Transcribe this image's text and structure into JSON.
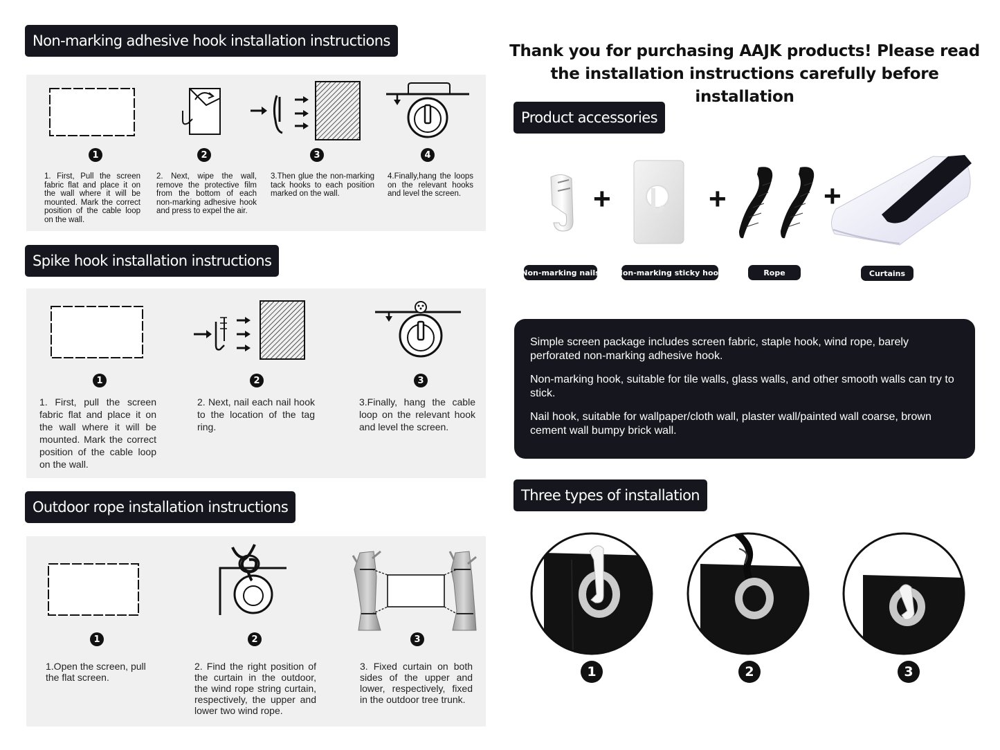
{
  "sections": {
    "adhesive": {
      "title": "Non-marking adhesive hook installation instructions",
      "steps": [
        {
          "num": "1",
          "text": "1. First, Pull the screen fabric flat and place it on the wall where it will be mounted. Mark the correct position of the cable loop on the wall."
        },
        {
          "num": "2",
          "text": "2. Next, wipe the wall, remove the protective film from the bottom of each non-marking adhesive hook and press to expel the air."
        },
        {
          "num": "3",
          "text": "3.Then glue the non-marking tack hooks to each position marked on the wall."
        },
        {
          "num": "4",
          "text": "4.Finally,hang the loops on the relevant hooks and level the screen."
        }
      ]
    },
    "spike": {
      "title": "Spike hook installation instructions",
      "steps": [
        {
          "num": "1",
          "text": "1. First, pull the screen fabric flat and place it on the wall where it will be mounted. Mark the correct position of the cable loop on the wall."
        },
        {
          "num": "2",
          "text": "2. Next, nail each nail hook to the location of the tag ring."
        },
        {
          "num": "3",
          "text": "3.Finally, hang the cable loop on the relevant hook and level the screen."
        }
      ]
    },
    "rope": {
      "title": "Outdoor rope installation instructions",
      "steps": [
        {
          "num": "1",
          "text": "1.Open the screen, pull the flat screen."
        },
        {
          "num": "2",
          "text": "2. Find the right position of the curtain in the outdoor, the wind rope string curtain, respectively, the upper and lower two wind rope."
        },
        {
          "num": "3",
          "text": "3. Fixed curtain on both sides of the upper and lower, respectively, fixed in the outdoor tree trunk."
        }
      ]
    }
  },
  "headline": "Thank you for purchasing AAJK products! Please read the installation instructions carefully before installation",
  "accessories": {
    "title": "Product accessories",
    "items": [
      {
        "label": "Non-marking nails",
        "icon": "nail-hook-icon"
      },
      {
        "label": "Non-marking sticky hook",
        "icon": "sticky-hook-icon"
      },
      {
        "label": "Rope",
        "icon": "rope-icon"
      },
      {
        "label": "Curtains",
        "icon": "curtain-icon"
      }
    ],
    "plus": "+"
  },
  "info": {
    "paragraphs": [
      "Simple screen package includes screen fabric, staple hook, wind rope, barely perforated non-marking adhesive hook.",
      "Non-marking hook, suitable for tile walls, glass walls, and other smooth walls can try to stick.",
      "Nail hook, suitable for wallpaper/cloth wall, plaster wall/painted wall coarse, brown cement wall bumpy brick wall."
    ]
  },
  "installation_types": {
    "title": "Three types of installation",
    "nums": [
      "1",
      "2",
      "3"
    ]
  },
  "colors": {
    "dark": "#16161e",
    "panel": "#f0f0f0"
  }
}
